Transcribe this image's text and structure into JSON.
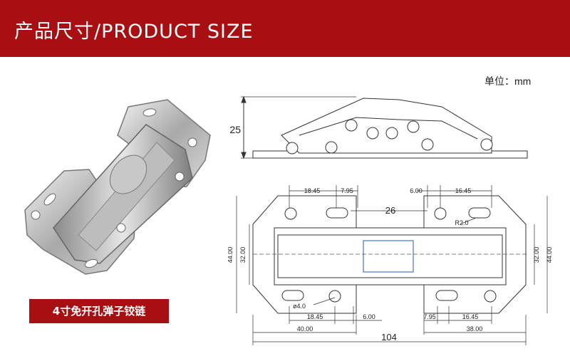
{
  "header": {
    "title": "产品尺寸/PRODUCT SIZE"
  },
  "unit": {
    "label": "单位：mm"
  },
  "product": {
    "label": "4寸免开孔弹子铰链"
  },
  "dimensions": {
    "height_side": "25",
    "top_18_45": "18.45",
    "top_7_95": "7.95",
    "top_6_00": "6.00",
    "top_16_45": "16.45",
    "gap_26": "26",
    "radius": "R2.0",
    "hole_dia": "ø4.0",
    "left_44": "44.00",
    "left_32": "32.00",
    "right_32": "32.00",
    "right_44": "44.00",
    "bot_18_45": "18.45",
    "bot_6_00": "6.00",
    "bot_7_95": "7.95",
    "bot_16_45": "16.45",
    "bot_40": "40.00",
    "bot_38": "38.00",
    "total_104": "104"
  },
  "colors": {
    "header_bg": "#a70f12",
    "header_text": "#ffffff"
  }
}
